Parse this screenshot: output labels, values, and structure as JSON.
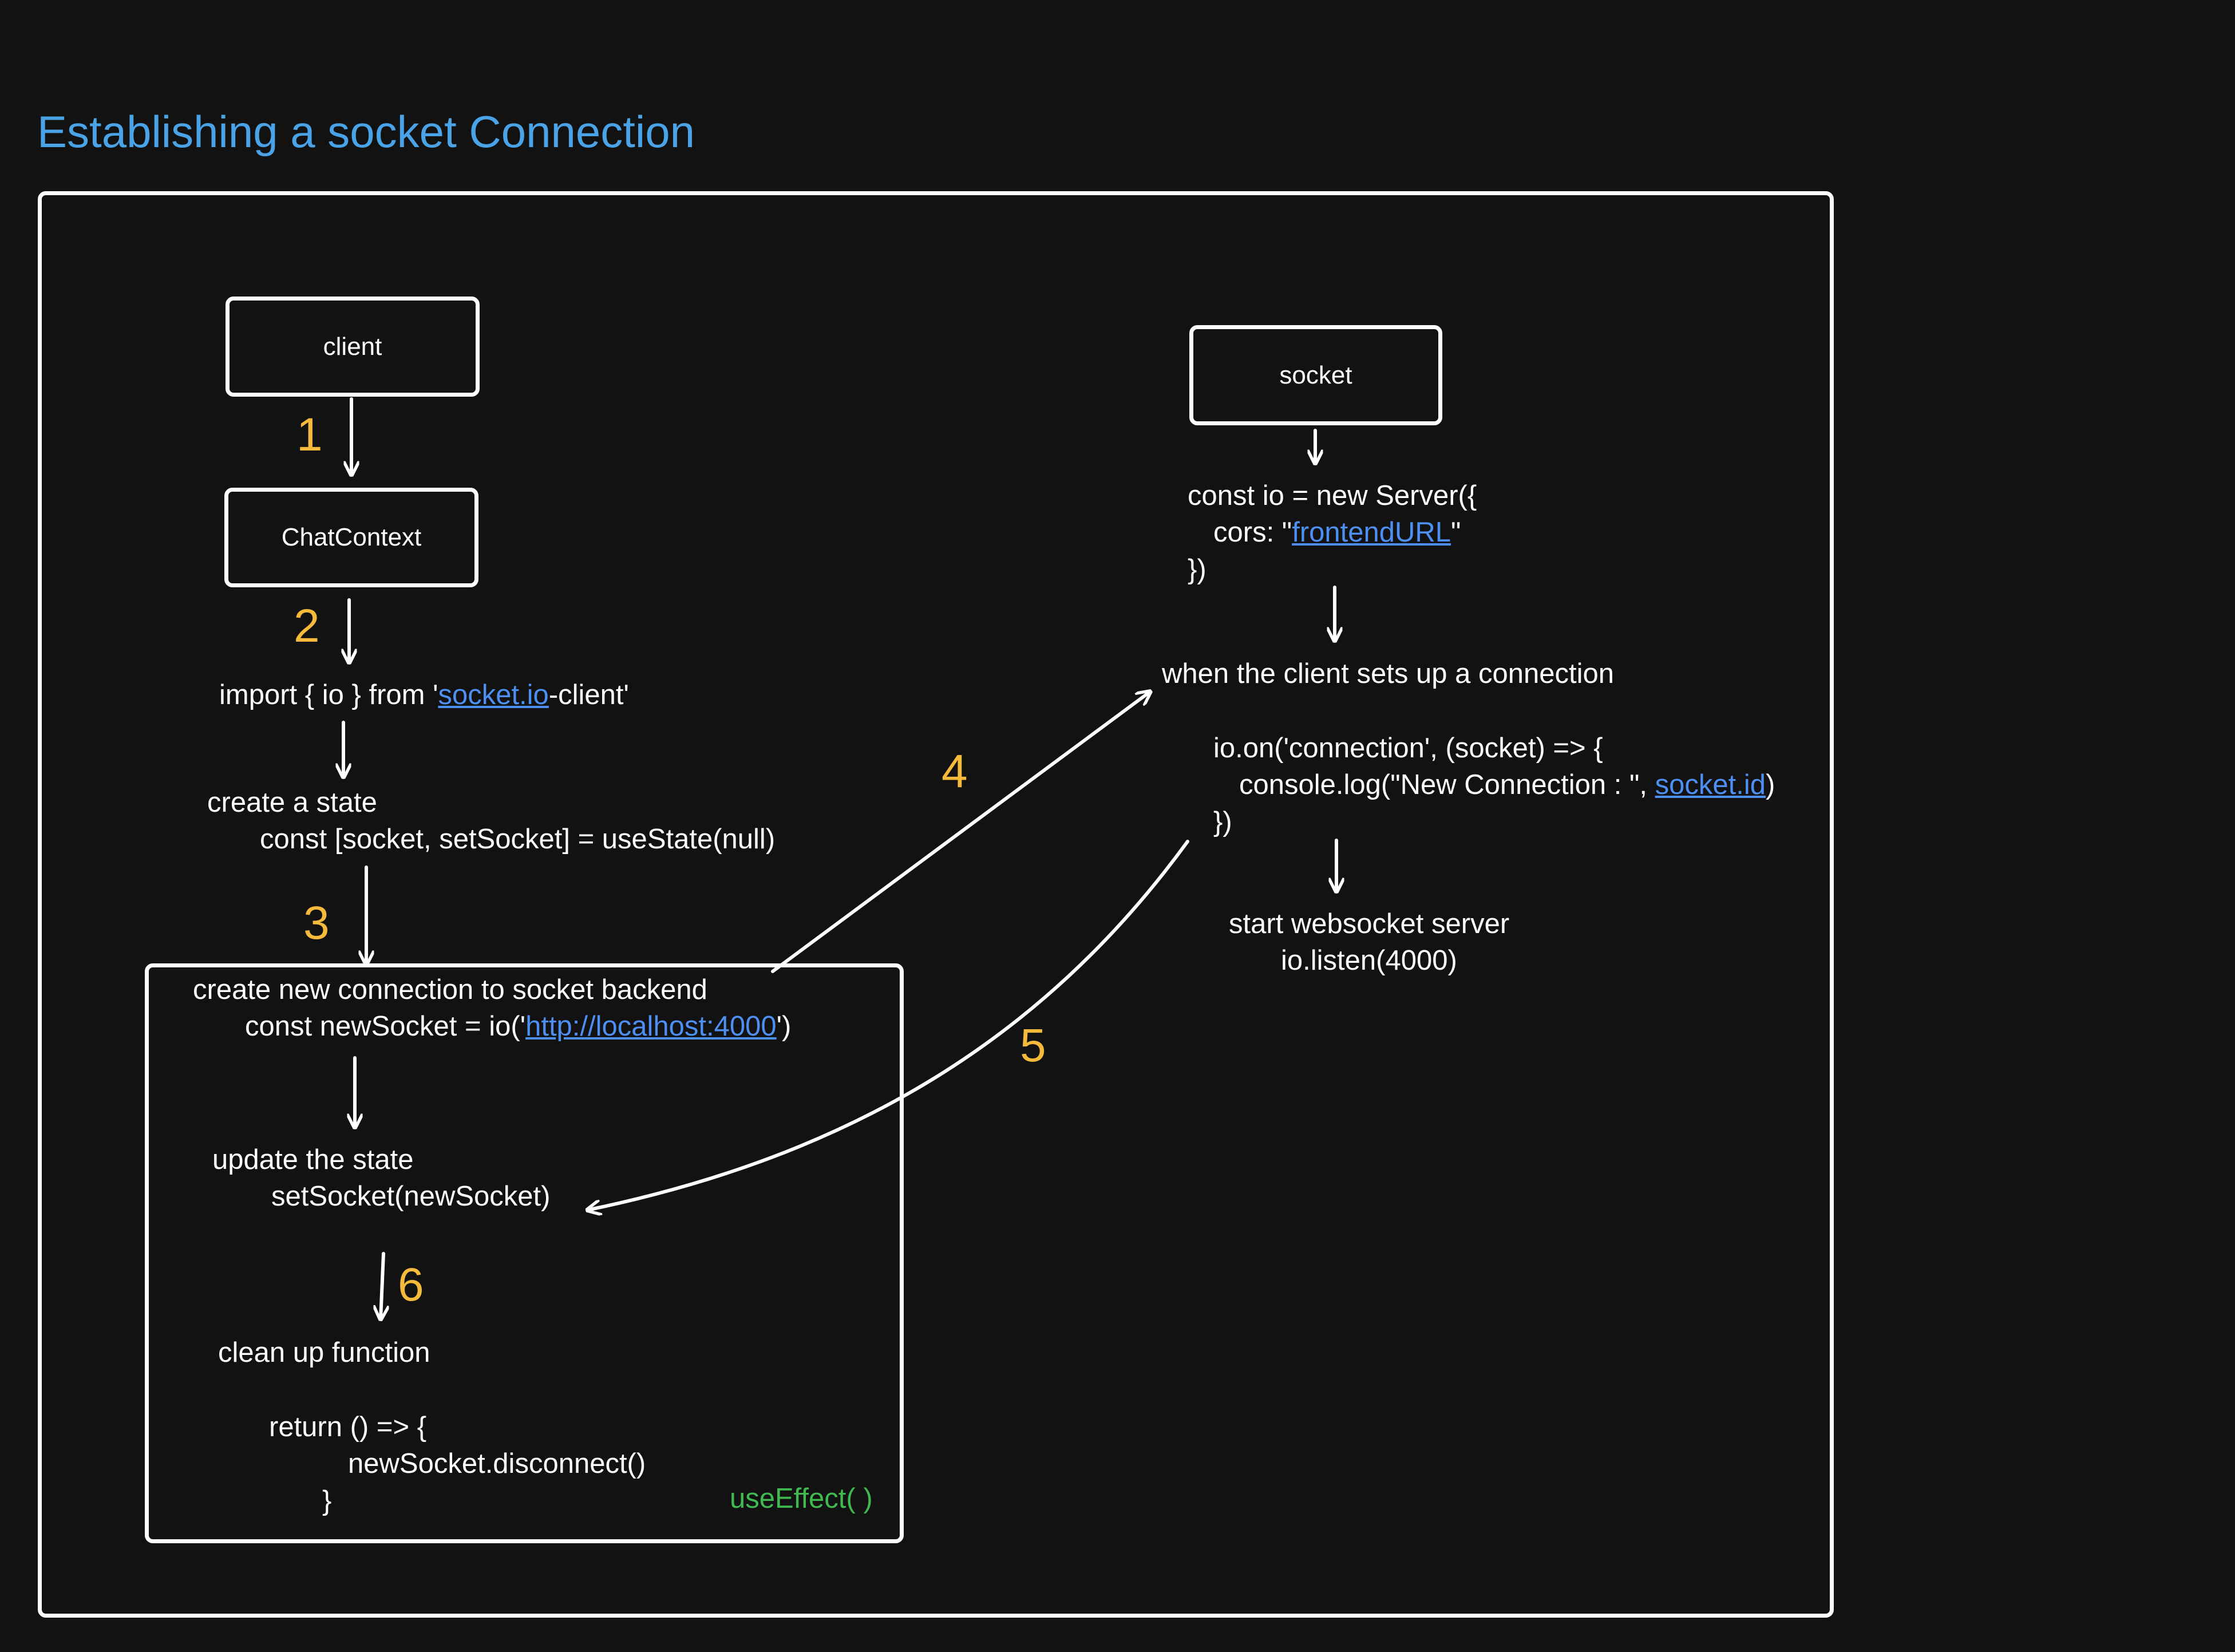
{
  "title": "Establishing a socket Connection",
  "colors": {
    "background": "#121212",
    "title": "#4aa3e6",
    "step_number": "#f5b93c",
    "link": "#4d8ff2",
    "hook_label": "#3fb950"
  },
  "client_side": {
    "client_box": "client",
    "chatcontext_box": "ChatContext",
    "import_line": {
      "pre": "import { io } from '",
      "link": "socket.io",
      "post": "-client'"
    },
    "state_heading": "create a state",
    "state_code": "const [socket, setSocket] = useState(null)",
    "effect": {
      "connect_heading": "create new connection to socket backend",
      "connect_code": {
        "pre": "const newSocket = io('",
        "link": "http://localhost:4000",
        "post": "')"
      },
      "update_heading": "update the state",
      "update_code": "setSocket(newSocket)",
      "cleanup_heading": "clean up function",
      "return_line": "return () => {",
      "disconnect_line": "newSocket.disconnect()",
      "close_brace": "}",
      "hook_label": "useEffect( )"
    }
  },
  "server_side": {
    "socket_box": "socket",
    "server_code": {
      "line1": "const io = new Server({",
      "line2_pre": "cors: \"",
      "line2_link": "frontendURL",
      "line2_post": "\"",
      "line3": "})"
    },
    "connection_heading": "when the client sets up a connection",
    "connection_code": {
      "line1": "io.on('connection', (socket) => {",
      "line2_pre": "console.log(\"New Connection : \", ",
      "line2_link": "socket.id",
      "line2_post": ")",
      "line3": "})"
    },
    "start_heading": "start websocket server",
    "listen_code": "io.listen(4000)"
  },
  "steps": [
    "1",
    "2",
    "3",
    "4",
    "5",
    "6"
  ]
}
